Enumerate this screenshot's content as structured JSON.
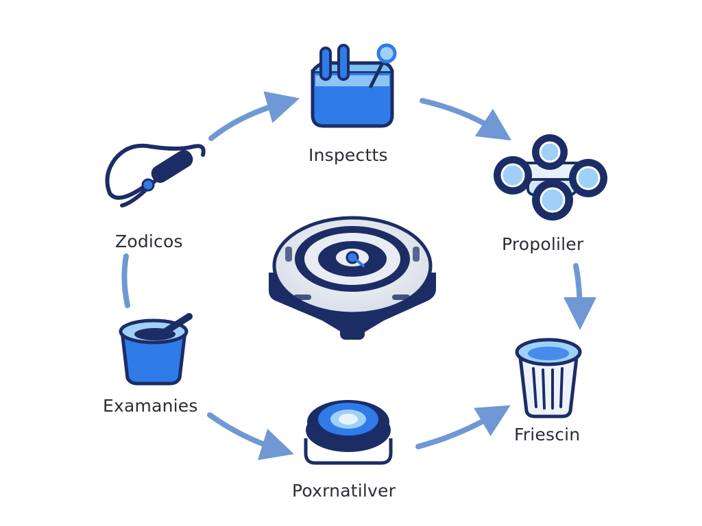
{
  "colors": {
    "navy": "#1c2d66",
    "blue": "#2f7be8",
    "light_blue": "#9fd0f7",
    "arrow": "#6f98d4",
    "gray": "#dde1ea"
  },
  "diagram": {
    "center_icon": "robot-pool-cleaner-icon",
    "nodes": [
      {
        "label": "Inspectts",
        "icon": "container-probe-icon"
      },
      {
        "label": "Propoliler",
        "icon": "wheeled-chassis-icon"
      },
      {
        "label": "Friescin",
        "icon": "filter-basket-icon"
      },
      {
        "label": "Poxrnatilver",
        "icon": "round-disc-icon"
      },
      {
        "label": "Examanies",
        "icon": "bucket-scoop-icon"
      },
      {
        "label": "Zodicos",
        "icon": "hose-nozzle-icon"
      }
    ]
  }
}
